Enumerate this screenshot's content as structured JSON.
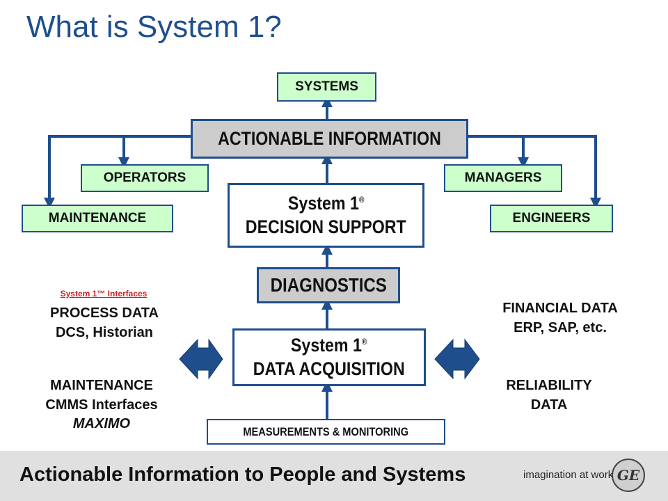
{
  "title": "What is System 1?",
  "nodes": {
    "systems": "SYSTEMS",
    "actionable_information": "ACTIONABLE INFORMATION",
    "operators": "OPERATORS",
    "managers": "MANAGERS",
    "maintenance": "MAINTENANCE",
    "engineers": "ENGINEERS",
    "decision_support": {
      "line1": "System 1",
      "mark": "®",
      "line2": "DECISION SUPPORT"
    },
    "diagnostics": "DIAGNOSTICS",
    "data_acquisition": {
      "line1": "System 1",
      "mark": "®",
      "line2": "DATA ACQUISITION"
    },
    "measurements": "MEASUREMENTS & MONITORING"
  },
  "left_panel": {
    "interfaces_link": "System 1™ Interfaces",
    "process_data": [
      "PROCESS DATA",
      "DCS, Historian"
    ],
    "maintenance": [
      "MAINTENANCE",
      "CMMS Interfaces",
      "MAXIMO"
    ]
  },
  "right_panel": {
    "financial_data": [
      "FINANCIAL DATA",
      "ERP, SAP, etc."
    ],
    "reliability_data": [
      "RELIABILITY",
      "DATA"
    ]
  },
  "footer": {
    "text": "Actionable Information to People and Systems",
    "tagline": "imagination at work",
    "logo": "GE"
  },
  "colors": {
    "border_blue": "#1f4e8c",
    "arrow_blue": "#1f4e8c",
    "green_fill": "#ccffcc",
    "gray_fill": "#cccccc",
    "title_blue": "#1f4e8c",
    "interfaces_red": "#cc2222",
    "footer_bg": "#e0e0e0"
  }
}
